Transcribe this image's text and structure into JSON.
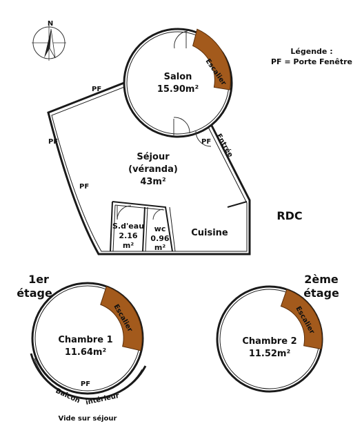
{
  "compass": {
    "north_label": "N"
  },
  "legend": {
    "title": "Légende :",
    "entry": "PF = Porte Fenêtre"
  },
  "colors": {
    "stairs": "#a35a1c",
    "walls": "#1a1a1a",
    "background": "#ffffff"
  },
  "rdc": {
    "level_label": "RDC",
    "salon": {
      "name": "Salon",
      "area": "15.90m²"
    },
    "sejour": {
      "name": "Séjour",
      "subtitle": "(véranda)",
      "area": "43m²"
    },
    "sdeau": {
      "name": "S.d'eau",
      "area_value": "2.16",
      "area_unit": "m²"
    },
    "wc": {
      "name": "wc",
      "area_value": "0.96",
      "area_unit": "m²"
    },
    "cuisine": {
      "name": "Cuisine"
    },
    "entree": "Entrée",
    "stairs": "Escalier",
    "pf_labels": [
      "PF",
      "PF",
      "PF",
      "PF"
    ]
  },
  "floor1": {
    "level_line1": "1er",
    "level_line2": "étage",
    "room": {
      "name": "Chambre 1",
      "area": "11.64m²"
    },
    "stairs": "Escalier",
    "pf": "PF",
    "balcony_word1": "Balcon",
    "balcony_word2": "intérieur",
    "void_label": "Vide sur séjour"
  },
  "floor2": {
    "level_line1": "2ème",
    "level_line2": "étage",
    "room": {
      "name": "Chambre 2",
      "area": "11.52m²"
    },
    "stairs": "Escalier"
  }
}
